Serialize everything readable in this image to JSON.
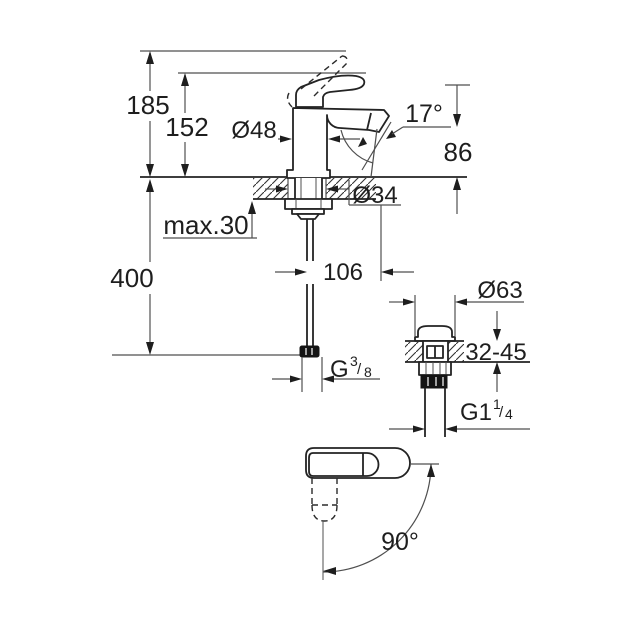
{
  "drawing_type": "technical-dimension-drawing-faucet",
  "colors": {
    "line": "#232323",
    "dimension": "#4f4f4f",
    "background": "#ffffff"
  },
  "labels": {
    "overall_height": "185",
    "lever_height": "152",
    "body_diameter": "Ø48",
    "stream_angle": "17°",
    "spout_height": "86",
    "hole_diameter": "Ø34",
    "deck_thickness_max": "max.30",
    "hose_length": "400",
    "hose_offset": "106",
    "supply_thread_base": "G",
    "supply_thread_num": "3",
    "supply_thread_slash": "/",
    "supply_thread_den": "8",
    "waste_flange_diameter": "Ø63",
    "waste_deck_range": "32-45",
    "waste_thread_base": "G1",
    "waste_thread_num": "1",
    "waste_thread_slash": "/",
    "waste_thread_den": "4",
    "handle_swivel_angle": "90°"
  }
}
